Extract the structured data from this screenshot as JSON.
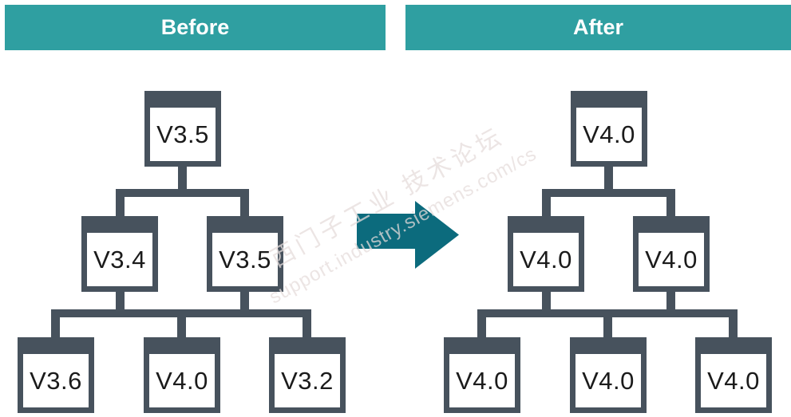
{
  "headers": {
    "before": "Before",
    "after": "After"
  },
  "colors": {
    "header_teal": "#2F9FA1",
    "arrow_teal": "#0C6B7D",
    "node_slate": "#47525D",
    "node_text": "#1B1B1B",
    "watermark_text": "rgba(229,220,219,0.85)"
  },
  "watermark": {
    "line1": "西门子工业  技术论坛",
    "line2": "support.industry.siemens.com/cs"
  },
  "trees": {
    "before": {
      "root": "V3.5",
      "level2": [
        "V3.4",
        "V3.5"
      ],
      "level3": [
        "V3.6",
        "V4.0",
        "V3.2"
      ]
    },
    "after": {
      "root": "V4.0",
      "level2": [
        "V4.0",
        "V4.0"
      ],
      "level3": [
        "V4.0",
        "V4.0",
        "V4.0"
      ]
    }
  }
}
